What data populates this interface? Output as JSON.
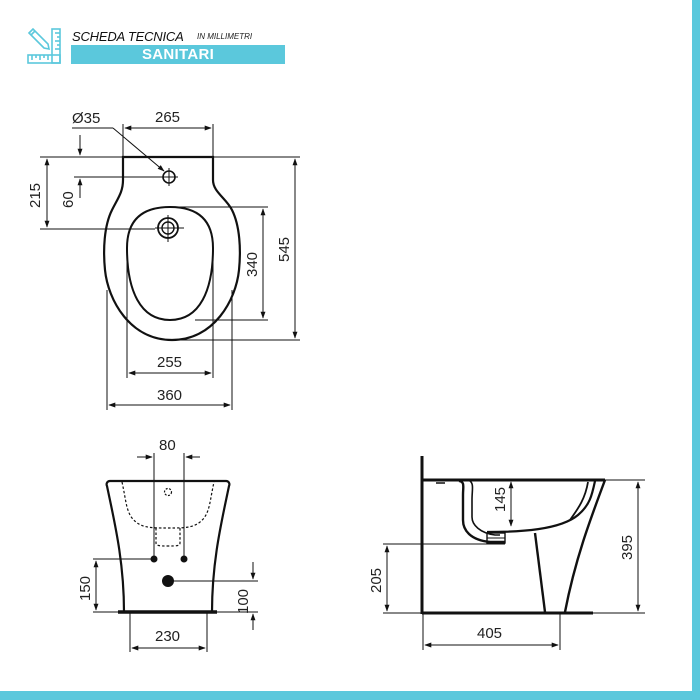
{
  "header": {
    "title": "SCHEDA TECNICA",
    "units_note": "IN MILLIMETRI",
    "banner": "SANITARI",
    "icon": "ruler-pencil-icon"
  },
  "colors": {
    "accent": "#5bc8dc",
    "line": "#111111",
    "background": "#ffffff"
  },
  "views": {
    "top_view": {
      "dimensions": {
        "hole_diameter": "Ø35",
        "width_top": "265",
        "offset_215": "215",
        "offset_60": "60",
        "bowl_length": "340",
        "total_length": "545",
        "bowl_width": "255",
        "total_width": "360"
      }
    },
    "front_view": {
      "dimensions": {
        "inlet_spacing": "80",
        "inlet_height": "150",
        "drain_height": "100",
        "base_width": "230"
      }
    },
    "side_view": {
      "dimensions": {
        "bowl_depth": "145",
        "drain_height": "205",
        "total_height": "395",
        "depth": "405"
      }
    }
  }
}
